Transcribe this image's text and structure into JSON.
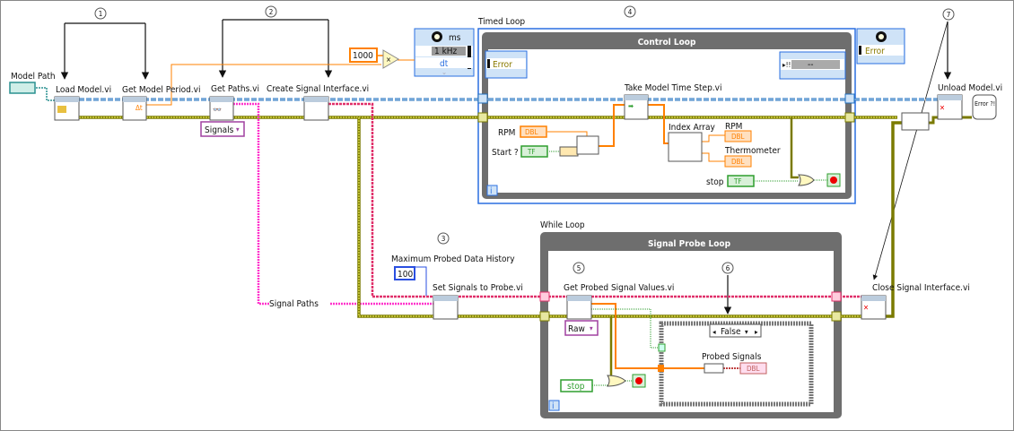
{
  "callouts": [
    "1",
    "2",
    "3",
    "4",
    "5",
    "6",
    "7"
  ],
  "controls": {
    "model_path": "Model Path",
    "signals_ring": "Signals",
    "signal_paths": "Signal Paths",
    "max_history": "Maximum Probed Data History",
    "max_history_value": "100",
    "period_multiplier": "1000",
    "raw_ring": "Raw",
    "rpm_in": "RPM",
    "start": "Start ?",
    "stop_control": "stop",
    "stop_control_2": "stop"
  },
  "nodes": {
    "load_model": "Load Model.vi",
    "get_model_period": "Get Model Period.vi",
    "get_paths": "Get Paths.vi",
    "create_signal_interface": "Create Signal Interface.vi",
    "take_model_time_step": "Take Model Time Step.vi",
    "index_array": "Index Array",
    "unload_model": "Unload Model.vi",
    "set_signals_to_probe": "Set Signals to Probe.vi",
    "get_probed_signal_values": "Get Probed Signal Values.vi",
    "close_signal_interface": "Close Signal Interface.vi"
  },
  "indicators": {
    "rpm_out": "RPM",
    "thermometer": "Thermometer",
    "probed_signals": "Probed Signals"
  },
  "timed_loop": {
    "label": "Timed Loop",
    "title": "Control Loop",
    "unit": "ms",
    "rate": "1 kHz",
    "dt": "dt",
    "error_in": "Error",
    "error_out": "Error",
    "right_value": "--"
  },
  "while_loop": {
    "label": "While Loop",
    "title": "Signal Probe Loop",
    "case_value": "False"
  },
  "terminal_types": {
    "dbl": "DBL",
    "tf": "TF",
    "iter": "i",
    "error_icon": "Error ?!"
  },
  "colors": {
    "refnum_wire": "#1f6fbf",
    "error_wire": "#9a9a1a",
    "path_wire": "#ff33cc",
    "interface_wire": "#e0306a",
    "numeric_wire": "#ff8000",
    "boolean_wire": "#2e9e2e",
    "loop_frame": "#6e6e6e",
    "timed_loop_border": "#2a6fe0"
  }
}
